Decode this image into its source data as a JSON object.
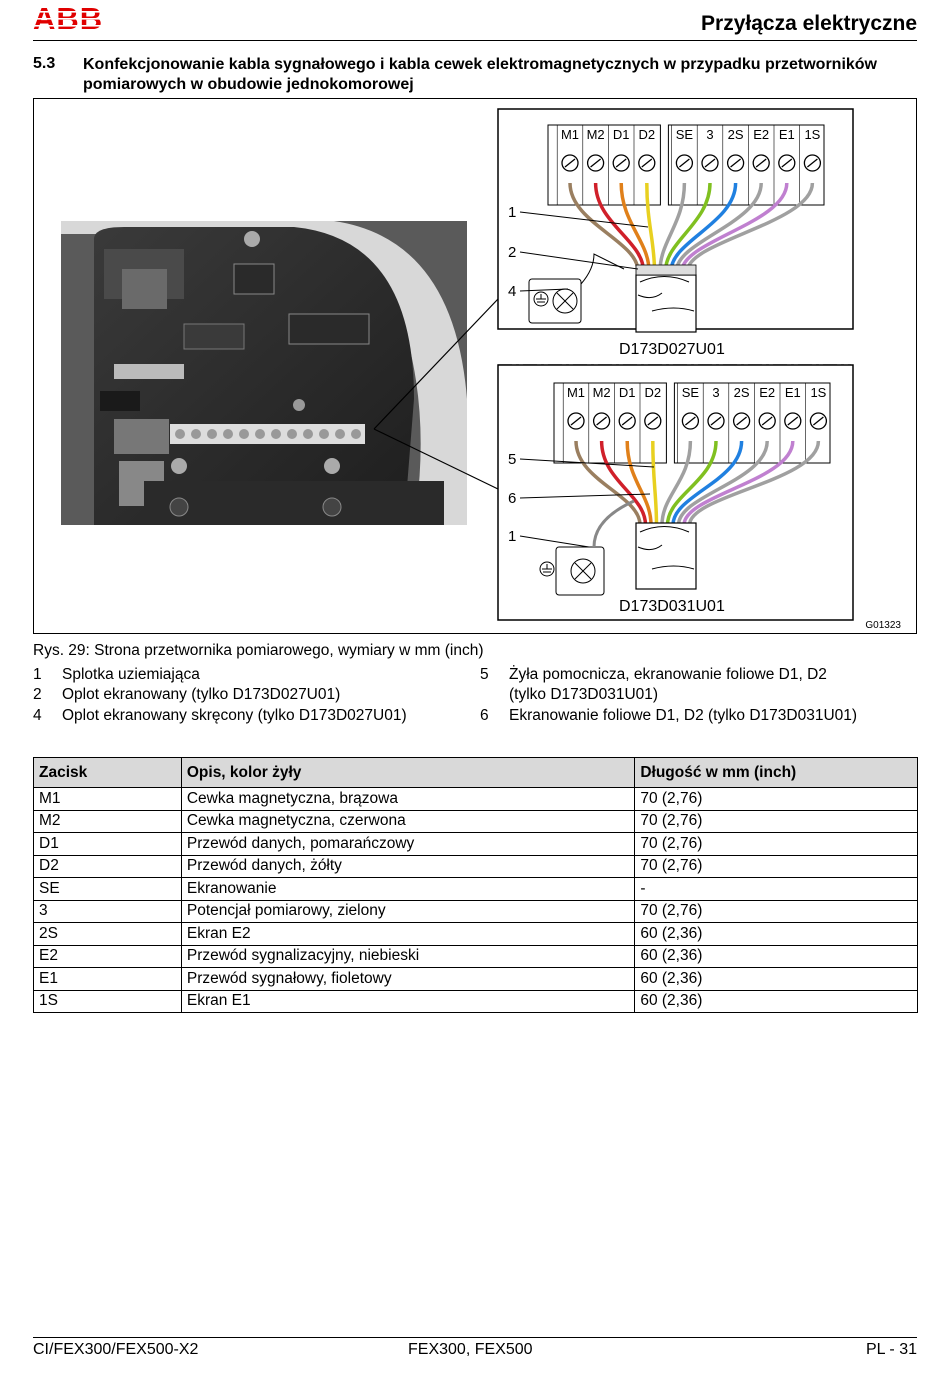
{
  "header": {
    "logo_text": "ABB",
    "title": "Przyłącza elektryczne"
  },
  "section": {
    "number": "5.3",
    "title": "Konfekcjonowanie kabla sygnałowego i kabla cewek elektromagnetycznych w przypadku przetworników pomiarowych w obudowie jednokomorowej"
  },
  "figure": {
    "terminals": [
      "M1",
      "M2",
      "D1",
      "D2",
      "SE",
      "3",
      "2S",
      "E2",
      "E1",
      "1S"
    ],
    "callouts_top": [
      "1",
      "2",
      "4"
    ],
    "callouts_bottom": [
      "5",
      "6",
      "1"
    ],
    "label_top": "D173D027U01",
    "label_bottom": "D173D031U01",
    "figure_code": "G01323",
    "wire_colors": {
      "brown": "#9a7f60",
      "red": "#d0202a",
      "orange": "#e0801a",
      "yellow": "#e8d020",
      "gray": "#a0a0a0",
      "green": "#80c020",
      "blue": "#2080e0",
      "violet": "#c080d0"
    }
  },
  "caption": "Rys. 29: Strona przetwornika pomiarowego, wymiary w mm (inch)",
  "legend": {
    "left": [
      {
        "num": "1",
        "text": "Splotka uziemiająca"
      },
      {
        "num": "2",
        "text": "Oplot ekranowany (tylko D173D027U01)"
      },
      {
        "num": "4",
        "text": "Oplot ekranowany skręcony (tylko D173D027U01)"
      }
    ],
    "right": [
      {
        "num": "5",
        "text": "Żyła pomocnicza, ekranowanie foliowe D1, D2"
      },
      {
        "num": "",
        "text": "(tylko D173D031U01)"
      },
      {
        "num": "6",
        "text": "Ekranowanie foliowe D1, D2 (tylko D173D031U01)"
      }
    ]
  },
  "table": {
    "headers": [
      "Zacisk",
      "Opis, kolor żyły",
      "Długość w mm (inch)"
    ],
    "rows": [
      [
        "M1",
        "Cewka magnetyczna, brązowa",
        "70 (2,76)"
      ],
      [
        "M2",
        "Cewka magnetyczna, czerwona",
        "70 (2,76)"
      ],
      [
        "D1",
        "Przewód danych, pomarańczowy",
        "70 (2,76)"
      ],
      [
        "D2",
        "Przewód danych, żółty",
        "70 (2,76)"
      ],
      [
        "SE",
        "Ekranowanie",
        "-"
      ],
      [
        "3",
        "Potencjał pomiarowy, zielony",
        "70 (2,76)"
      ],
      [
        "2S",
        "Ekran E2",
        "60 (2,36)"
      ],
      [
        "E2",
        "Przewód sygnalizacyjny, niebieski",
        "60 (2,36)"
      ],
      [
        "E1",
        "Przewód sygnałowy, fioletowy",
        "60 (2,36)"
      ],
      [
        "1S",
        "Ekran E1",
        "60 (2,36)"
      ]
    ]
  },
  "footer": {
    "left": "CI/FEX300/FEX500-X2",
    "center": "FEX300, FEX500",
    "right": "PL - 31"
  }
}
